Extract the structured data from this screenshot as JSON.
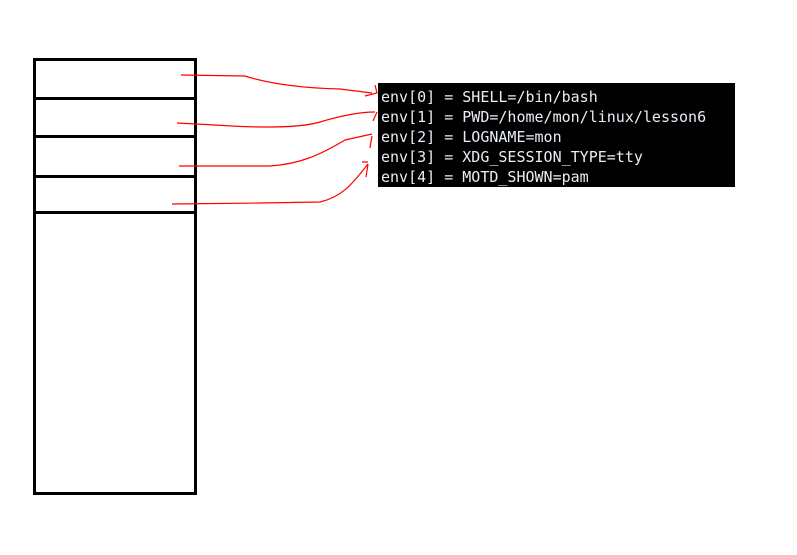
{
  "terminal": {
    "lines": [
      "env[0] = SHELL=/bin/bash",
      "env[1] = PWD=/home/mon/linux/lesson6",
      "env[2] = LOGNAME=mon",
      "env[3] = XDG_SESSION_TYPE=tty",
      "env[4] = MOTD_SHOWN=pam"
    ]
  },
  "colors": {
    "arrow": "#ff0000",
    "terminal_bg": "#000000",
    "terminal_text": "#e8eef6"
  }
}
